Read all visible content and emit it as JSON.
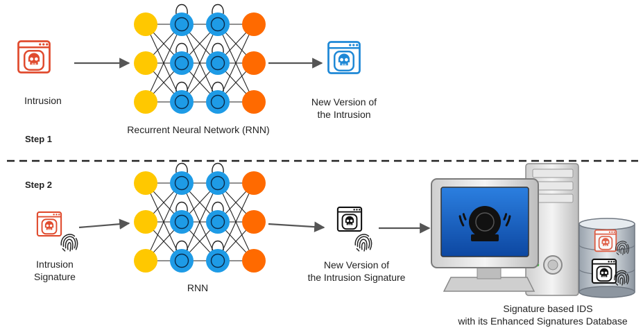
{
  "step1": {
    "label": "Step 1",
    "intrusion_label": "Intrusion",
    "network_label": "Recurrent Neural Network (RNN)",
    "output_line1": "New Version of",
    "output_line2": "the Intrusion"
  },
  "step2": {
    "label": "Step 2",
    "input_line1": "Intrusion",
    "input_line2": "Signature",
    "network_label": "RNN",
    "output_line1": "New Version of",
    "output_line2": "the Intrusion Signature",
    "ids_line1": "Signature based IDS",
    "ids_line2": "with its Enhanced Signatures Database"
  },
  "colors": {
    "input_node": "#FFC800",
    "hidden_node": "#1E9BE6",
    "output_node": "#FF6A00",
    "intrusion_red": "#E04B2E",
    "new_version_blue": "#1E88D6",
    "arrow": "#555555",
    "monitor_screen": "#1565C0"
  },
  "icons": [
    "skull-browser-icon",
    "fingerprint-icon",
    "alarm-bell-icon",
    "database-icon",
    "computer-tower-icon"
  ]
}
